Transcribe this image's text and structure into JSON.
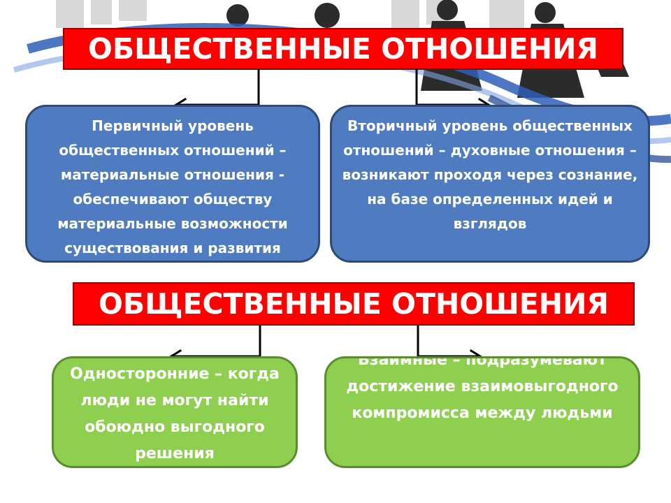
{
  "colors": {
    "banner_red": "#ff0000",
    "box_blue": "#4f7cc0",
    "box_green": "#8fcf4f",
    "text_white": "#ffffff"
  },
  "top": {
    "title": "ОБЩЕСТВЕННЫЕ ОТНОШЕНИЯ",
    "primary": "Первичный уровень общественных отношений – материальные отношения - обеспечивают обществу материальные возможности существования и развития",
    "secondary": "Вторичный уровень общественных отношений – духовные отношения – возникают проходя через сознание, на базе определенных идей и взглядов"
  },
  "bottom": {
    "title": "ОБЩЕСТВЕННЫЕ ОТНОШЕНИЯ",
    "one_sided": "Односторонние – когда люди не могут найти обоюдно выгодного решения",
    "mutual": "Взаимные – подразумевают достижение взаимовыгодного компромисса между людьми"
  }
}
